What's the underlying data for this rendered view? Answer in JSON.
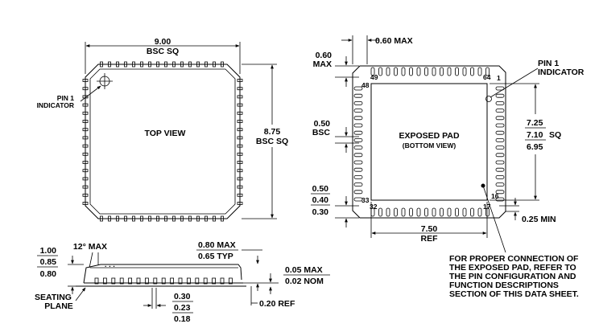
{
  "colors": {
    "ink": "#000000",
    "paper": "#ffffff"
  },
  "top_view": {
    "dim_width": "9.00",
    "dim_width_sub": "BSC SQ",
    "dim_height": "8.75",
    "dim_height_sub": "BSC SQ",
    "pin1_line1": "PIN 1",
    "pin1_line2": "INDICATOR",
    "label": "TOP VIEW"
  },
  "bottom_view": {
    "dim_top_max": "0.60 MAX",
    "dim_left_max_1": "0.60",
    "dim_left_max_2": "MAX",
    "pin1_line1": "PIN 1",
    "pin1_line2": "INDICATOR",
    "pad_label_1": "EXPOSED PAD",
    "pad_label_2": "(BOTTOM VIEW)",
    "pitch_1": "0.50",
    "pitch_2": "BSC",
    "pad_size_max": "7.25",
    "pad_size_nom": "7.10",
    "pad_size_sq": "SQ",
    "pad_size_min": "6.95",
    "lead_len_max": "0.50",
    "lead_len_nom": "0.40",
    "lead_len_min": "0.30",
    "pad_width": "7.50",
    "pad_width_sub": "REF",
    "corner_min": "0.25 MIN",
    "pins": {
      "p1": "1",
      "p16": "16",
      "p17": "17",
      "p32": "32",
      "p33": "33",
      "p48": "48",
      "p49": "49",
      "p64": "64"
    },
    "note_lines": [
      "FOR PROPER CONNECTION OF",
      "THE EXPOSED PAD, REFER TO",
      "THE PIN CONFIGURATION AND",
      "FUNCTION DESCRIPTIONS",
      "SECTION OF THIS DATA SHEET."
    ]
  },
  "side_view": {
    "height_max": "1.00",
    "height_nom": "0.85",
    "height_min": "0.80",
    "angle": "12° MAX",
    "seating_1": "SEATING",
    "seating_2": "PLANE",
    "mold_max": "0.80 MAX",
    "mold_typ": "0.65 TYP",
    "standoff_max": "0.05 MAX",
    "standoff_nom": "0.02 NOM",
    "lead_w_max": "0.30",
    "lead_w_nom": "0.23",
    "lead_w_min": "0.18",
    "frame_ref": "0.20 REF"
  }
}
